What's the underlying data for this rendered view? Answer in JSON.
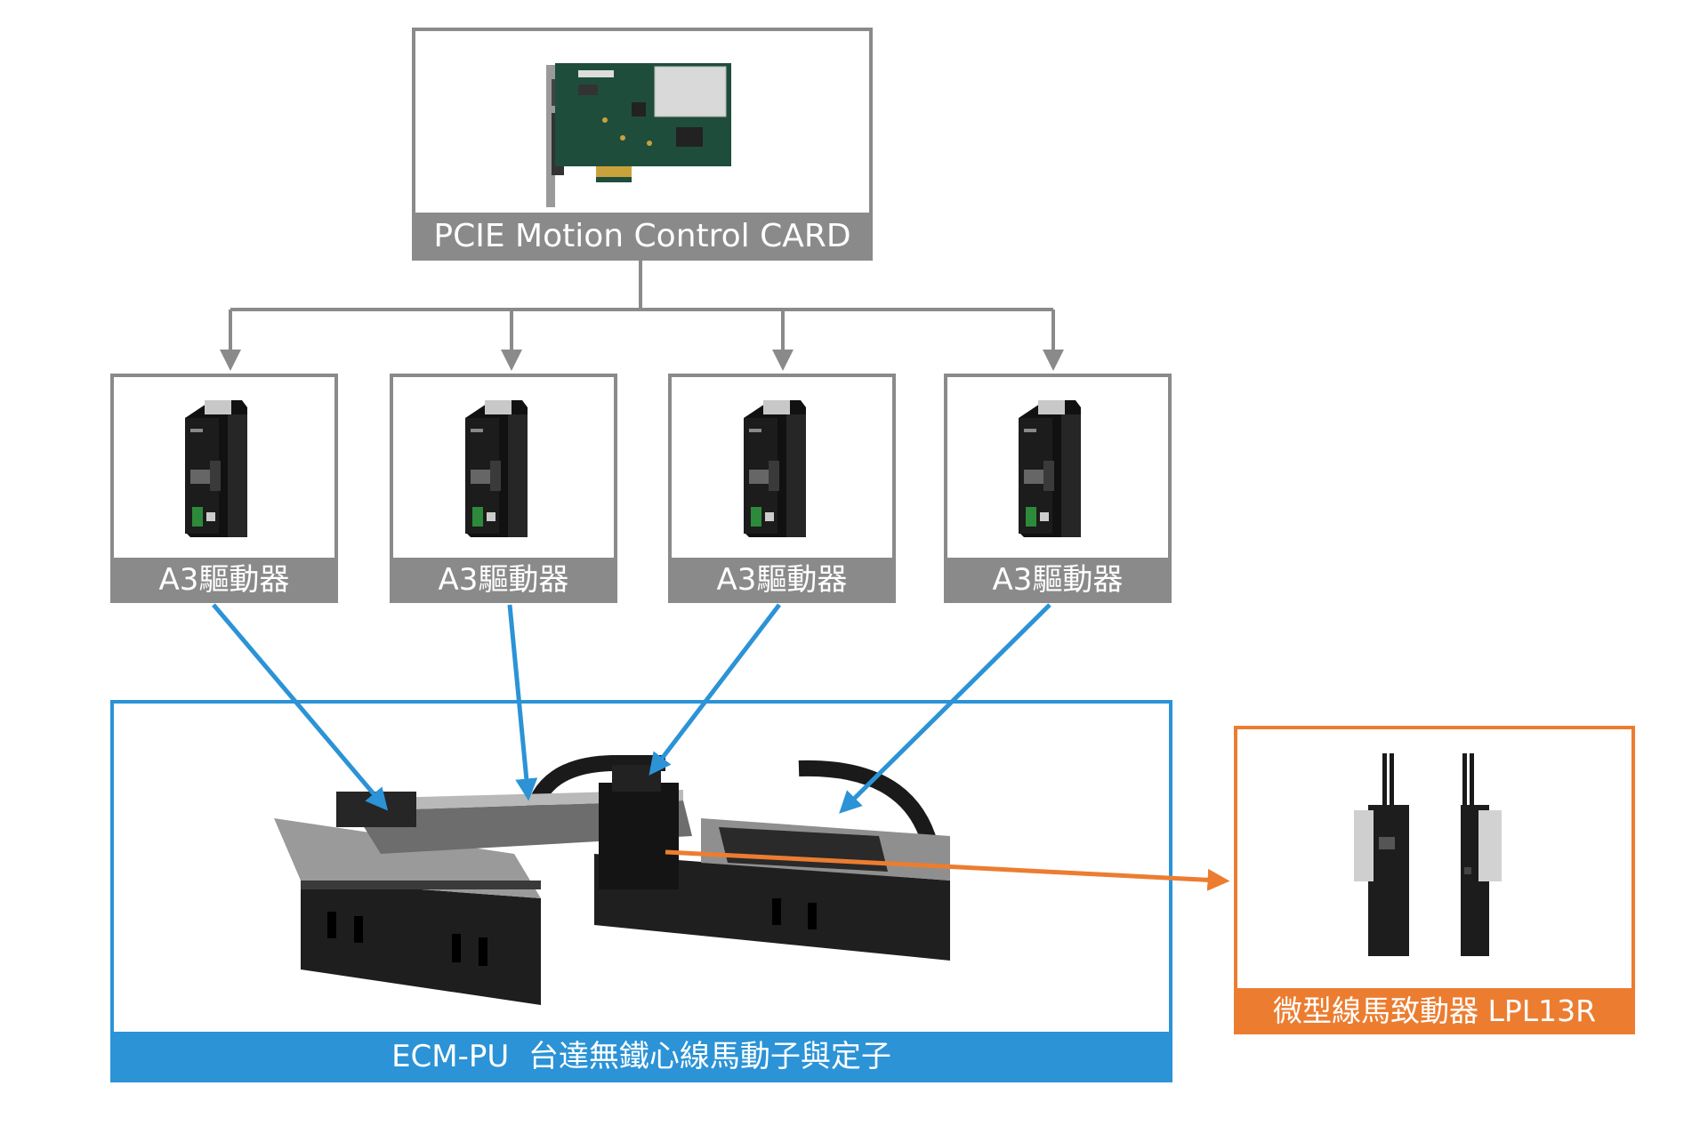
{
  "card": {
    "label": "PCIE Motion Control CARD"
  },
  "drivers": [
    {
      "label": "A3驅動器"
    },
    {
      "label": "A3驅動器"
    },
    {
      "label": "A3驅動器"
    },
    {
      "label": "A3驅動器"
    }
  ],
  "stage": {
    "label": "ECM-PU  台達無鐵心線馬動子與定子"
  },
  "actuator": {
    "label": "微型線馬致動器 LPL13R"
  },
  "colors": {
    "gray": "#8a8a8a",
    "blue": "#2b93d6",
    "orange": "#ec7d30"
  }
}
